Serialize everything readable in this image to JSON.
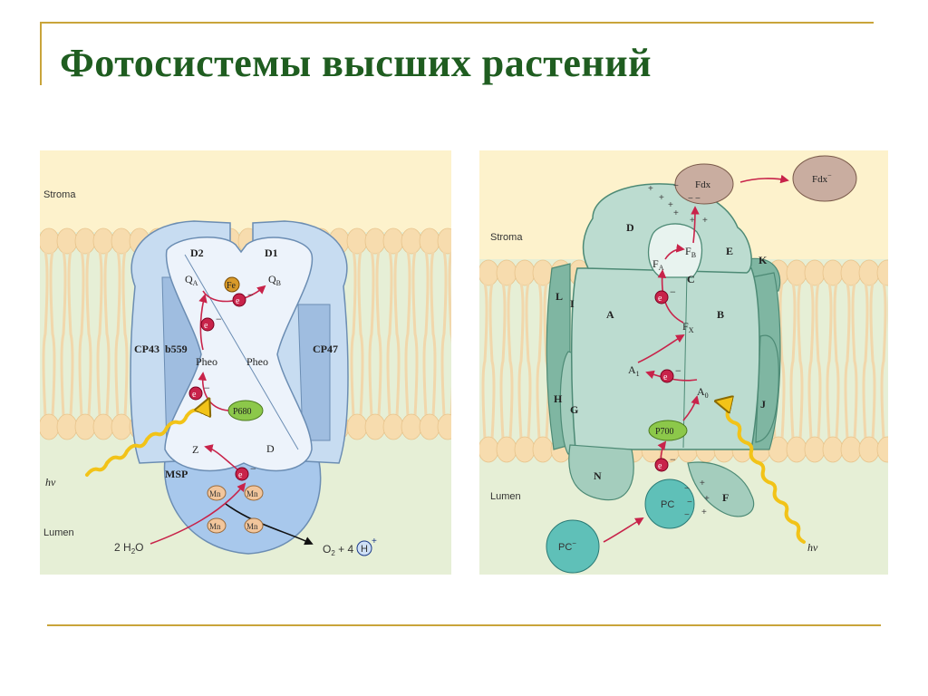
{
  "slide": {
    "title": "Фотосистемы высших растений"
  },
  "colors": {
    "title": "#1f5d20",
    "gold_rule": "#c9a43a",
    "stroma_bg": "#fdf2cc",
    "lumen_bg": "#e6efd6",
    "lipid": "#f7dcae",
    "ps2_protein": "#c7dcf1",
    "ps2_core": "#edf3fb",
    "ps1_protein": "#bcdcd0",
    "ps1_dark": "#7fb6a2",
    "electron": "#c8234a",
    "p_center": "#8cc84a",
    "mn": "#f2c69c",
    "fdx": "#c9ada0",
    "pc": "#5fc0b8"
  },
  "ps2": {
    "region_stroma": "Stroma",
    "region_lumen": "Lumen",
    "subunit_d2": "D2",
    "subunit_d1": "D1",
    "subunit_cp43": "CP43",
    "subunit_cp47": "CP47",
    "subunit_b559": "b559",
    "subunit_msp": "MSP",
    "subunit_d": "D",
    "cofactor_qa": "Q",
    "cofactor_qa_sub": "A",
    "cofactor_qb": "Q",
    "cofactor_qb_sub": "B",
    "cofactor_fe": "Fe",
    "cofactor_pheo_left": "Pheo",
    "cofactor_pheo_right": "Pheo",
    "reaction_center": "P680",
    "cofactor_z": "Z",
    "manganese": [
      "Mn",
      "Mn",
      "Mn",
      "Mn"
    ],
    "electron_symbol": "e",
    "electron_charge": "−",
    "light": "hν",
    "water": "2 H",
    "water_sub": "2",
    "water_end": "O",
    "oxygen": "O",
    "oxygen_sub": "2",
    "oxygen_plus": " + 4",
    "proton": "H",
    "proton_charge": "+"
  },
  "ps1": {
    "region_stroma": "Stroma",
    "region_lumen": "Lumen",
    "subunits": {
      "a": "A",
      "b": "B",
      "c": "C",
      "d": "D",
      "e": "E",
      "f": "F",
      "g": "G",
      "h": "H",
      "i": "I",
      "j": "J",
      "k": "K",
      "l": "L",
      "n": "N"
    },
    "cofactor_fa": "F",
    "cofactor_fa_sub": "A",
    "cofactor_fb": "F",
    "cofactor_fb_sub": "B",
    "cofactor_fx": "F",
    "cofactor_fx_sub": "X",
    "cofactor_a1": "A",
    "cofactor_a1_sub": "1",
    "cofactor_a0": "A",
    "cofactor_a0_sub": "0",
    "reaction_center": "P700",
    "fdx": "Fdx",
    "fdx_reduced": "Fdx",
    "fdx_reduced_charge": "−",
    "pc": "PC",
    "pc_reduced": "PC",
    "pc_reduced_charge": "−",
    "electron_symbol": "e",
    "electron_charge": "−",
    "plus": "+",
    "minus": "−",
    "light": "hν"
  }
}
